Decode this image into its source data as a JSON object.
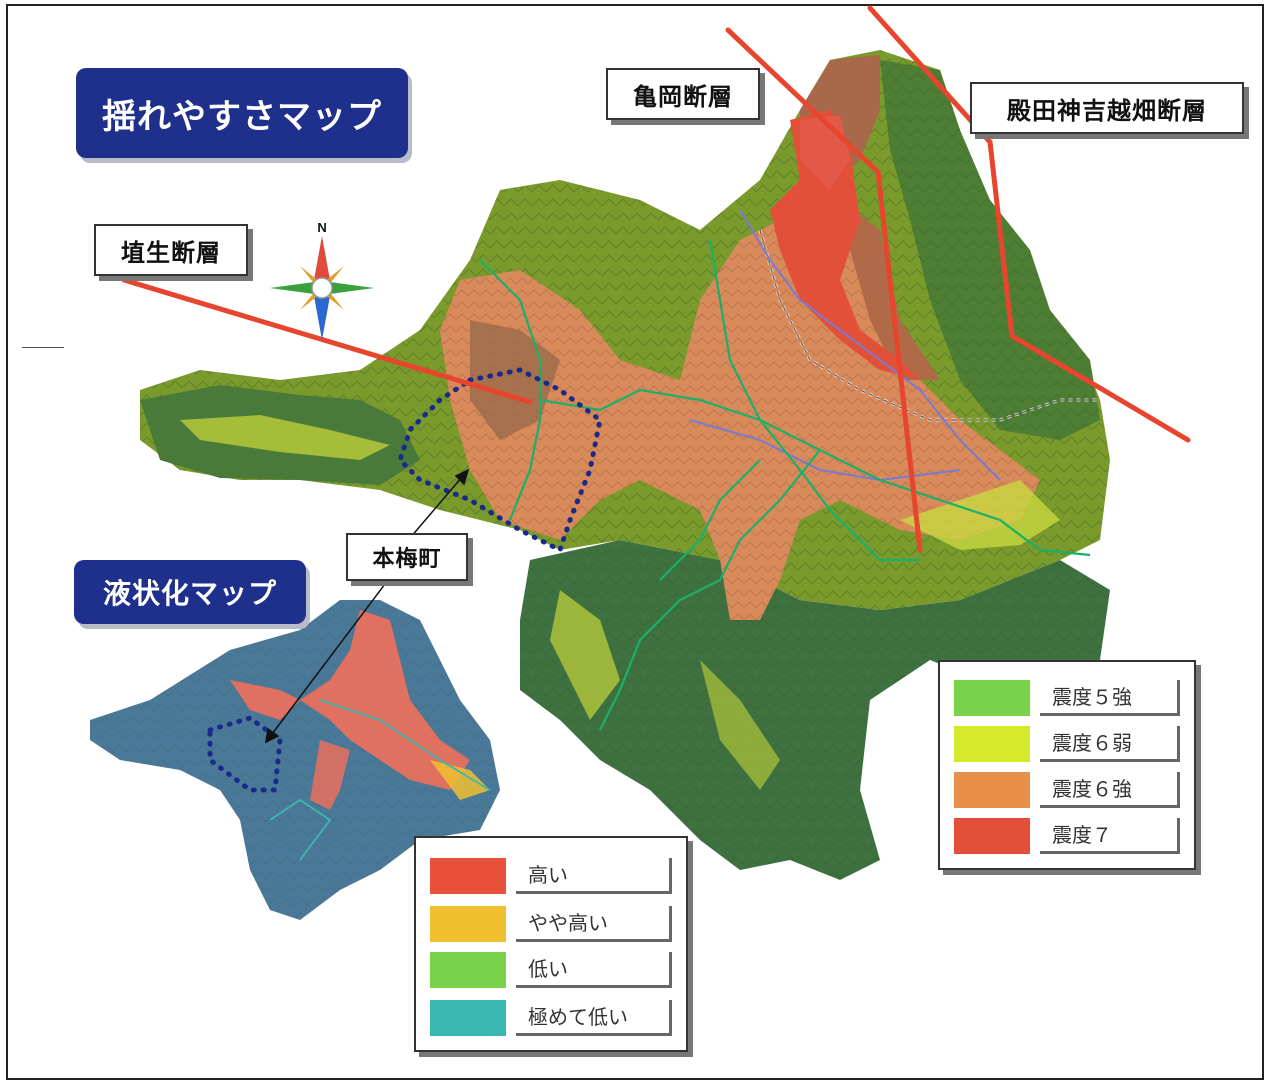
{
  "titles": {
    "shake_map": "揺れやすさマップ",
    "liquefaction_map": "液状化マップ"
  },
  "faults": {
    "kameoka": "亀岡断層",
    "tonoda": "殿田神吉越畑断層",
    "hanyu": "埴生断層"
  },
  "place_label": "本梅町",
  "compass": {
    "north": "N"
  },
  "shake_legend": [
    {
      "label": "震度５強",
      "color": "#7ad24a"
    },
    {
      "label": "震度６弱",
      "color": "#d4ea2a"
    },
    {
      "label": "震度６強",
      "color": "#e8904a"
    },
    {
      "label": "震度７",
      "color": "#e2503a"
    }
  ],
  "liquefaction_legend": [
    {
      "label": "高い",
      "color": "#e8503a"
    },
    {
      "label": "やや高い",
      "color": "#f0c030"
    },
    {
      "label": "低い",
      "color": "#7ad24a"
    },
    {
      "label": "極めて低い",
      "color": "#3ab8b0"
    }
  ],
  "colors": {
    "badge": "#1e2f8c",
    "fault_line": "#e8452e",
    "forest": "#5a8a30",
    "forest_dark": "#3d6e3a",
    "lowland": "#d98a5a",
    "danger": "#e2503a",
    "river": "#1ab06a",
    "liq_base": "#4a7898",
    "liq_high": "#e07060",
    "dotted_outline": "#1a2a8a"
  }
}
